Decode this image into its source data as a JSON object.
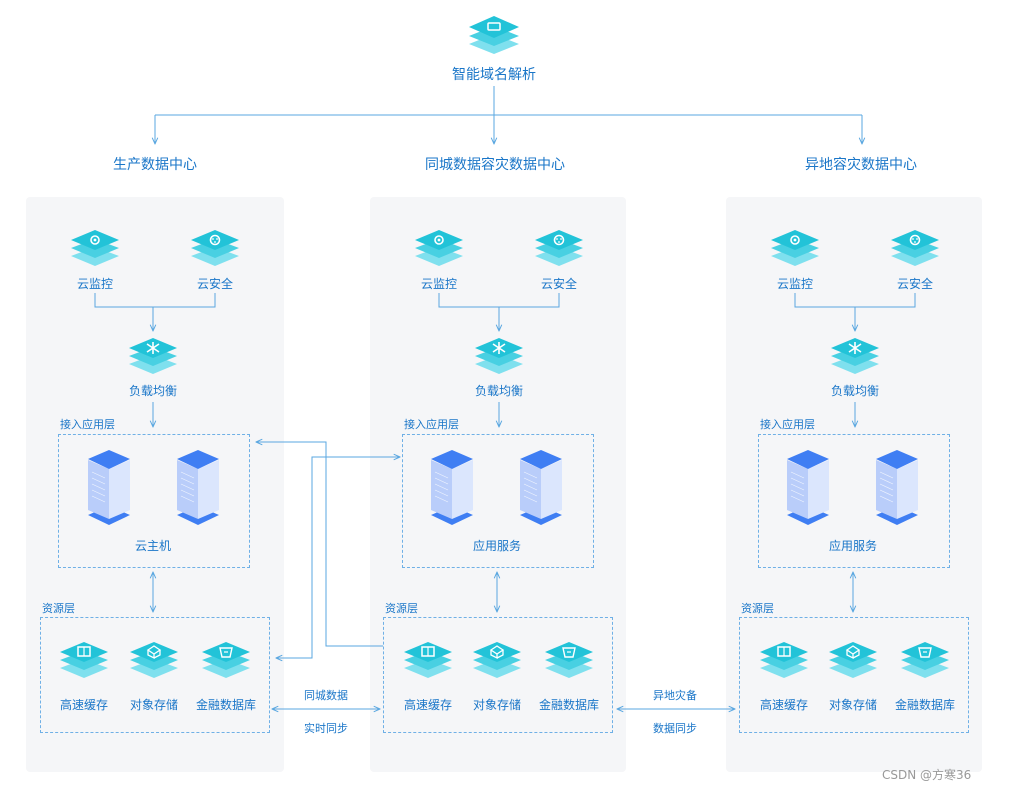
{
  "colors": {
    "accent": "#1a76c8",
    "teal": "#22c3d8",
    "server": "#3f7ef3",
    "panel_bg": "#f5f6f8",
    "line": "#5aa7e0"
  },
  "top": {
    "title": "智能域名解析",
    "icon": "dns-icon"
  },
  "centers": [
    {
      "title": "生产数据中心",
      "monitor": "云监控",
      "security": "云安全",
      "lb": "负载均衡",
      "access_layer": "接入应用层",
      "servers_label": "云主机",
      "resource_layer": "资源层",
      "cache": "高速缓存",
      "object": "对象存储",
      "finance_db": "金融数据库"
    },
    {
      "title": "同城数据容灾数据中心",
      "monitor": "云监控",
      "security": "云安全",
      "lb": "负载均衡",
      "access_layer": "接入应用层",
      "servers_label": "应用服务",
      "resource_layer": "资源层",
      "cache": "高速缓存",
      "object": "对象存储",
      "finance_db": "金融数据库"
    },
    {
      "title": "异地容灾数据中心",
      "monitor": "云监控",
      "security": "云安全",
      "lb": "负载均衡",
      "access_layer": "接入应用层",
      "servers_label": "应用服务",
      "resource_layer": "资源层",
      "cache": "高速缓存",
      "object": "对象存储",
      "finance_db": "金融数据库"
    }
  ],
  "links": {
    "same_city_1": "同城数据",
    "same_city_2": "实时同步",
    "remote_1": "异地灾备",
    "remote_2": "数据同步"
  },
  "watermark": "CSDN @方寒36"
}
